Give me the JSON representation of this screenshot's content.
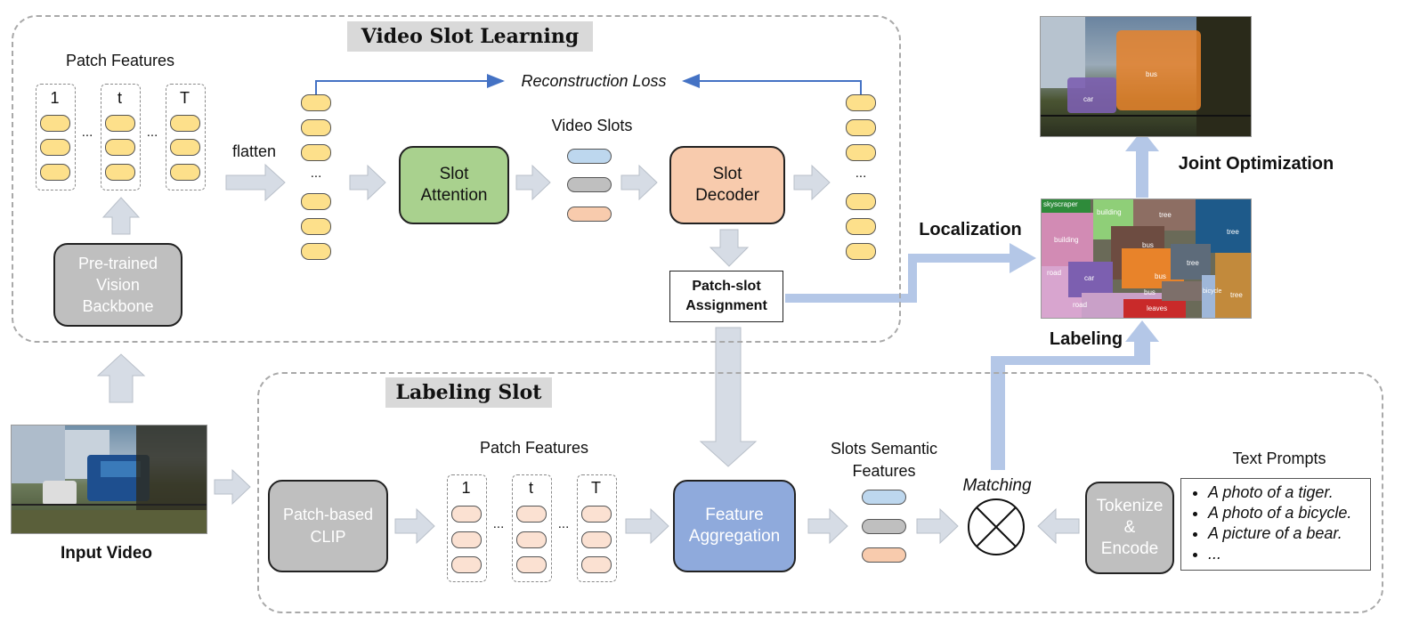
{
  "video_slot_learning": {
    "title": "Video Slot Learning",
    "patch_features_title": "Patch Features",
    "column_labels": [
      "1",
      "t",
      "T"
    ],
    "ellipsis": "...",
    "flatten": "flatten",
    "reconstruction_loss": "Reconstruction Loss",
    "video_slots": "Video Slots",
    "slot_attention": "Slot\nAttention",
    "slot_decoder": "Slot\nDecoder",
    "patch_slot_assignment": "Patch-slot\nAssignment",
    "backbone": "Pre-trained\nVision\nBackbone"
  },
  "input_video": "Input Video",
  "labeling_slot": {
    "title": "Labeling Slot",
    "patch_clip": "Patch-based\nCLIP",
    "patch_features_title": "Patch Features",
    "column_labels": [
      "1",
      "t",
      "T"
    ],
    "ellipsis": "...",
    "feature_aggregation": "Feature\nAggregation",
    "slots_semantic_features": "Slots Semantic\nFeatures",
    "matching": "Matching",
    "tokenize_encode": "Tokenize\n&\nEncode",
    "text_prompts_title": "Text Prompts",
    "text_prompts": [
      "A photo of a tiger.",
      "A photo of a bicycle.",
      "A picture of a bear.",
      "..."
    ]
  },
  "outputs": {
    "localization": "Localization",
    "labeling": "Labeling",
    "joint_optimization": "Joint Optimization",
    "top_labels": [
      "car",
      "bus"
    ],
    "mid_labels": [
      "skyscraper",
      "building",
      "tree",
      "tree",
      "building",
      "bus",
      "road",
      "car",
      "bus",
      "tree",
      "road",
      "bus",
      "leaves",
      "bicycle",
      "tree"
    ]
  },
  "colors": {
    "yellow_token": "#fde08b",
    "peach_token": "#fbe1d2",
    "slot_blue": "#bdd7ee",
    "slot_grey": "#bfbfbf",
    "slot_orange": "#f8cbad",
    "slot_attention": "#a9d18e",
    "slot_decoder": "#f8cbad",
    "feature_aggregation": "#8faadc",
    "arrow": "#d6dce5",
    "output_arrow": "#b4c7e7",
    "recon_arrow": "#4472c4"
  }
}
